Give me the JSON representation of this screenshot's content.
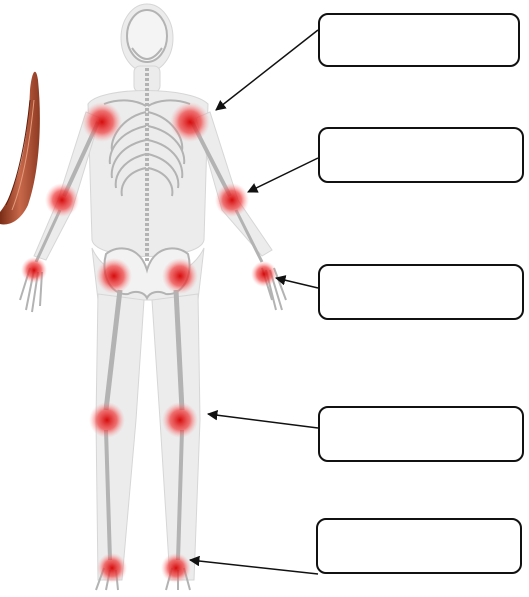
{
  "diagram": {
    "subject": "human-skeleton-major-joints-highlighted",
    "label_boxes": [
      {
        "id": "shoulder",
        "text": ""
      },
      {
        "id": "elbow",
        "text": ""
      },
      {
        "id": "wrist",
        "text": ""
      },
      {
        "id": "knee",
        "text": ""
      },
      {
        "id": "ankle",
        "text": ""
      }
    ]
  },
  "colors": {
    "joint_highlight": "#e02020",
    "bone": "#b9b9b9",
    "body_glow": "#dcdcdc",
    "muscle_fragment": "#b5553a",
    "arrow": "#111111"
  }
}
